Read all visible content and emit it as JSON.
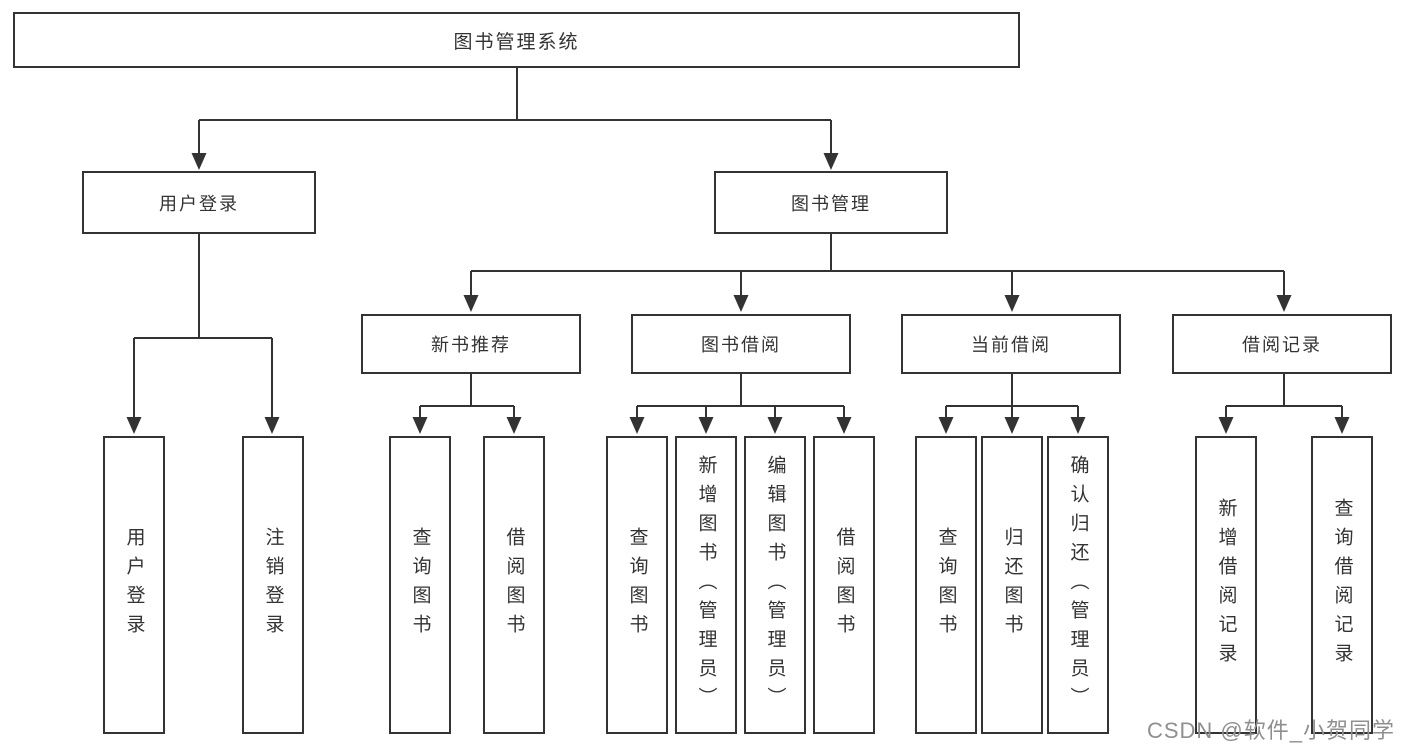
{
  "diagram": {
    "root": {
      "label": "图书管理系统"
    },
    "level2": [
      {
        "label": "用户登录"
      },
      {
        "label": "图书管理"
      }
    ],
    "level3": [
      {
        "label": "新书推荐"
      },
      {
        "label": "图书借阅"
      },
      {
        "label": "当前借阅"
      },
      {
        "label": "借阅记录"
      }
    ],
    "leaves": {
      "user": [
        {
          "label": "用户登录"
        },
        {
          "label": "注销登录"
        }
      ],
      "newbook": [
        {
          "label": "查询图书"
        },
        {
          "label": "借阅图书"
        }
      ],
      "borrow": [
        {
          "label": "查询图书"
        },
        {
          "label": "新增图书（管理员）"
        },
        {
          "label": "编辑图书（管理员）"
        },
        {
          "label": "借阅图书"
        }
      ],
      "current": [
        {
          "label": "查询图书"
        },
        {
          "label": "归还图书"
        },
        {
          "label": "确认归还（管理员）"
        }
      ],
      "record": [
        {
          "label": "新增借阅记录"
        },
        {
          "label": "查询借阅记录"
        }
      ]
    }
  },
  "watermark": "CSDN @软件_小贺同学",
  "colors": {
    "line": "#333333",
    "text": "#333333",
    "box_background": "#ffffff",
    "watermark": "#8f8f8f",
    "page_background": "#ffffff"
  }
}
